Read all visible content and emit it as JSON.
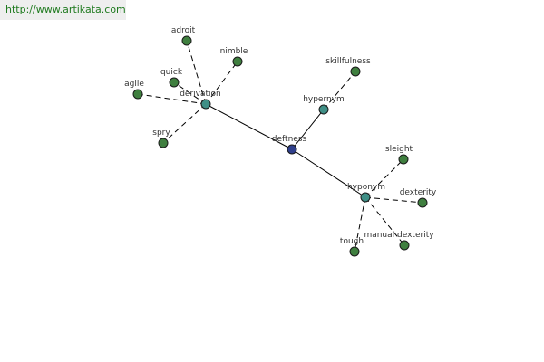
{
  "source": {
    "url_text": "http://www.artikata.com"
  },
  "graph": {
    "colors": {
      "center": "#2f3f8c",
      "relation": "#3f8f86",
      "leaf": "#3f7f3f"
    },
    "center": {
      "id": "deftness",
      "label": "deftness"
    },
    "relations": [
      {
        "id": "derivation",
        "label": "derivation"
      },
      {
        "id": "hypernym",
        "label": "hypernym"
      },
      {
        "id": "hyponym",
        "label": "hyponym"
      }
    ],
    "terms": [
      {
        "id": "adroit",
        "label": "adroit",
        "relation": "derivation"
      },
      {
        "id": "nimble",
        "label": "nimble",
        "relation": "derivation"
      },
      {
        "id": "quick",
        "label": "quick",
        "relation": "derivation"
      },
      {
        "id": "agile",
        "label": "agile",
        "relation": "derivation"
      },
      {
        "id": "spry",
        "label": "spry",
        "relation": "derivation"
      },
      {
        "id": "skillfulness",
        "label": "skillfulness",
        "relation": "hypernym"
      },
      {
        "id": "sleight",
        "label": "sleight",
        "relation": "hyponym"
      },
      {
        "id": "dexterity",
        "label": "dexterity",
        "relation": "hyponym"
      },
      {
        "id": "manual-dexterity",
        "label": "manual dexterity",
        "relation": "hyponym"
      },
      {
        "id": "tough",
        "label": "tough",
        "relation": "hyponym"
      }
    ]
  }
}
